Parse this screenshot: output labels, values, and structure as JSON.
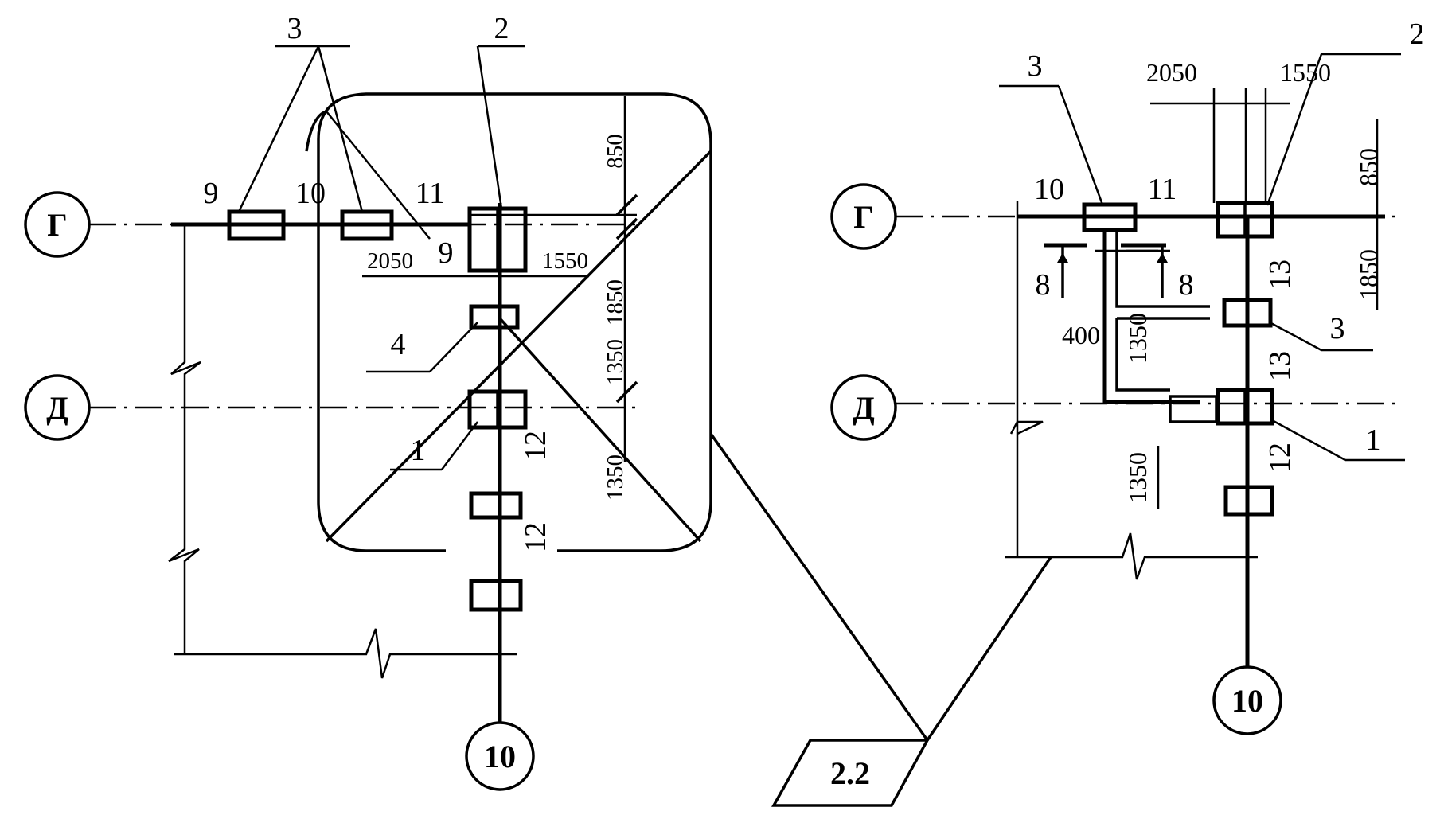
{
  "left": {
    "axes": {
      "g": "Г",
      "d": "Д",
      "col": "10"
    },
    "labels": {
      "l3": "3",
      "l2": "2",
      "l9a": "9",
      "l10": "10",
      "l11": "11",
      "l9b": "9",
      "l4": "4",
      "l1": "1",
      "l12a": "12",
      "l12b": "12"
    },
    "dims": {
      "d2050": "2050",
      "d1550": "1550",
      "d850": "850",
      "d1850": "1850",
      "d1350a": "1350",
      "d1350b": "1350"
    }
  },
  "right": {
    "axes": {
      "g": "Г",
      "d": "Д",
      "col": "10"
    },
    "labels": {
      "l3a": "3",
      "l2": "2",
      "l10": "10",
      "l11": "11",
      "l8a": "8",
      "l8b": "8",
      "l13a": "13",
      "l3b": "3",
      "l13b": "13",
      "l1": "1",
      "l12": "12"
    },
    "dims": {
      "d2050": "2050",
      "d1550": "1550",
      "d850": "850",
      "d1850": "1850",
      "d400": "400",
      "d1350a": "1350",
      "d1350b": "1350"
    }
  },
  "callout": {
    "label": "2.2"
  }
}
